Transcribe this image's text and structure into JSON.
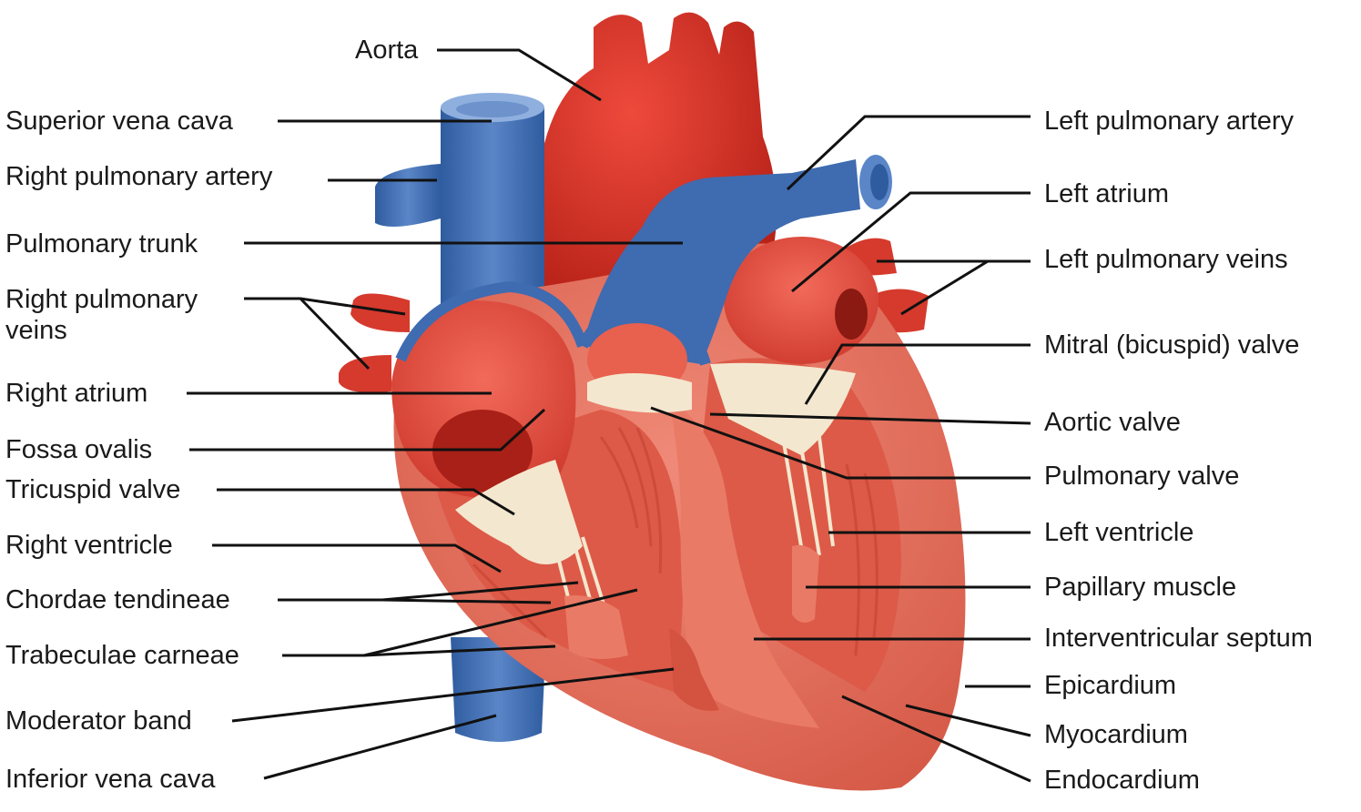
{
  "diagram": {
    "labels_left": [
      {
        "id": "superior-vena-cava",
        "text": "Superior vena cava"
      },
      {
        "id": "right-pulmonary-artery",
        "text": "Right pulmonary artery"
      },
      {
        "id": "pulmonary-trunk",
        "text": "Pulmonary trunk"
      },
      {
        "id": "right-pulmonary-veins",
        "text": "Right pulmonary veins"
      },
      {
        "id": "right-atrium",
        "text": "Right atrium"
      },
      {
        "id": "fossa-ovalis",
        "text": "Fossa ovalis"
      },
      {
        "id": "tricuspid-valve",
        "text": "Tricuspid valve"
      },
      {
        "id": "right-ventricle",
        "text": "Right ventricle"
      },
      {
        "id": "chordae-tendineae",
        "text": "Chordae tendineae"
      },
      {
        "id": "trabeculae-carneae",
        "text": "Trabeculae carneae"
      },
      {
        "id": "moderator-band",
        "text": "Moderator band"
      },
      {
        "id": "inferior-vena-cava",
        "text": "Inferior vena cava"
      }
    ],
    "label_top": {
      "id": "aorta",
      "text": "Aorta"
    },
    "labels_right": [
      {
        "id": "left-pulmonary-artery",
        "text": "Left pulmonary artery"
      },
      {
        "id": "left-atrium",
        "text": "Left atrium"
      },
      {
        "id": "left-pulmonary-veins",
        "text": "Left pulmonary veins"
      },
      {
        "id": "mitral-valve",
        "text": "Mitral (bicuspid) valve"
      },
      {
        "id": "aortic-valve",
        "text": "Aortic valve"
      },
      {
        "id": "pulmonary-valve",
        "text": "Pulmonary valve"
      },
      {
        "id": "left-ventricle",
        "text": "Left ventricle"
      },
      {
        "id": "papillary-muscle",
        "text": "Papillary muscle"
      },
      {
        "id": "interventricular-septum",
        "text": "Interventricular septum"
      },
      {
        "id": "epicardium",
        "text": "Epicardium"
      },
      {
        "id": "myocardium",
        "text": "Myocardium"
      },
      {
        "id": "endocardium",
        "text": "Endocardium"
      }
    ],
    "colors": {
      "oxygenated": "#d8322a",
      "deoxygenated": "#3f6bb0",
      "muscle": "#e8705e",
      "muscle_dark": "#c5473a",
      "valve": "#f4e7cf",
      "leader_line": "#111111"
    }
  }
}
